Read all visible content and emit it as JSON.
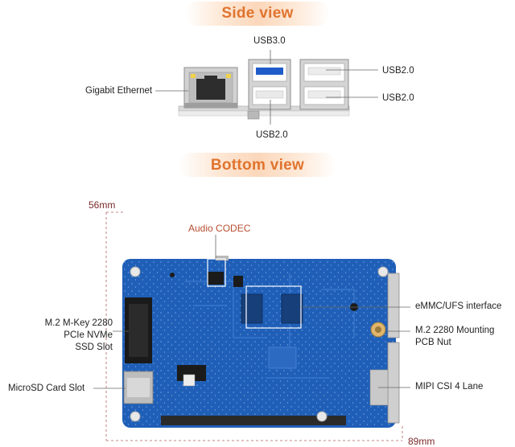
{
  "side_view": {
    "title": "Side view",
    "labels": {
      "usb30_top": "USB3.0",
      "usb20_right_top": "USB2.0",
      "usb20_right_bottom": "USB2.0",
      "ethernet": "Gigabit Ethernet",
      "usb20_bottom": "USB2.0"
    }
  },
  "bottom_view": {
    "title": "Bottom view",
    "dims": {
      "height": "56mm",
      "width": "89mm"
    },
    "labels": {
      "audio_codec": "Audio CODEC",
      "m2_slot": [
        "M.2 M-Key 2280",
        "PCIe NVMe",
        "SSD Slot"
      ],
      "microsd": "MicroSD Card Slot",
      "emmc": "eMMC/UFS interface",
      "m2_nut": [
        "M.2 2280 Mounting",
        "PCB Nut"
      ],
      "mipi": "MIPI CSI 4 Lane"
    }
  },
  "colors": {
    "accent": "#e0742e",
    "pcb": "#1f5fb8",
    "dim_line": "#b06060"
  }
}
